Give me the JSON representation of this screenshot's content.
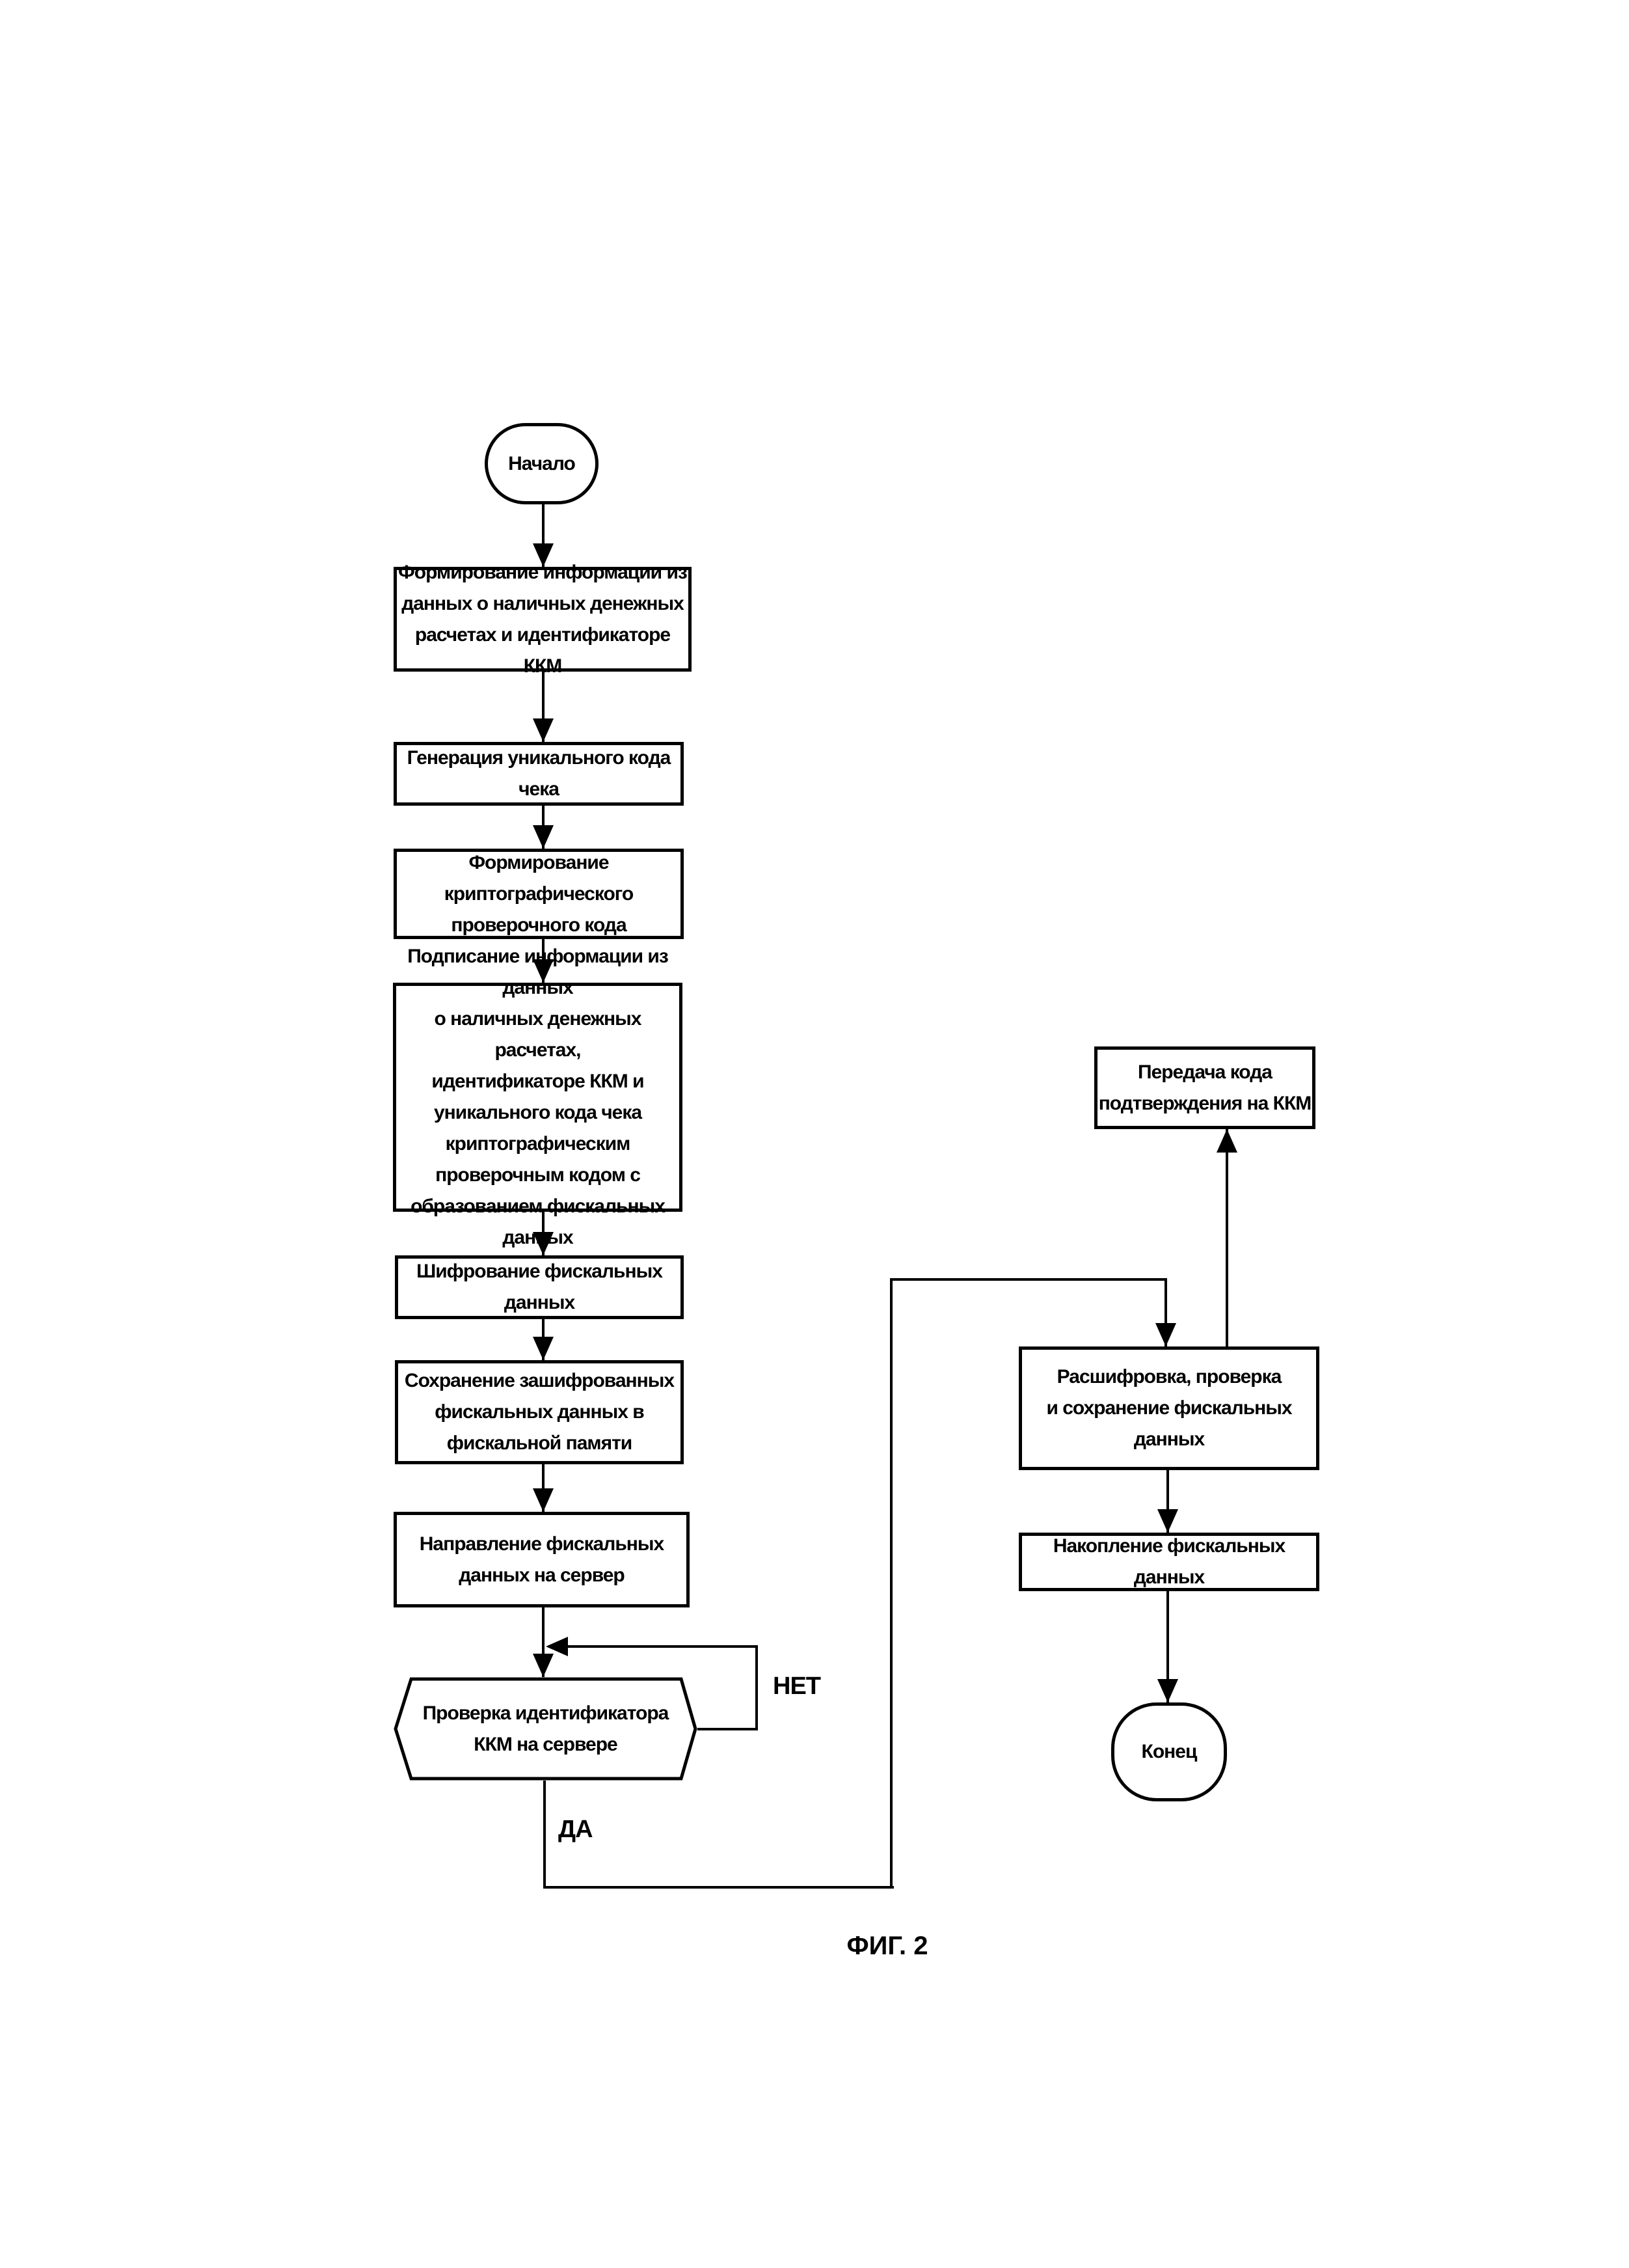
{
  "figure": {
    "caption": "ФИГ. 2"
  },
  "edge_labels": {
    "no": "НЕТ",
    "yes": "ДА"
  },
  "nodes": {
    "start": {
      "label": "Начало"
    },
    "form_info": {
      "label": "Формирование информации из\nданных о наличных денежных\nрасчетах и идентификаторе ККМ"
    },
    "gen_code": {
      "label": "Генерация уникального кода чека"
    },
    "form_crypto": {
      "label": "Формирование криптографического\nпроверочного кода"
    },
    "sign_info": {
      "label": "Подписание информации из данных\nо наличных денежных расчетах,\nидентификаторе ККМ и\nуникального кода чека\nкриптографическим\nпроверочным кодом с\nобразованием фискальных данных"
    },
    "encrypt": {
      "label": "Шифрование фискальных данных"
    },
    "save": {
      "label": "Сохранение зашифрованных\nфискальных данных в\nфискальной памяти"
    },
    "send": {
      "label": "Направление фискальных\nданных на сервер"
    },
    "check": {
      "label": "Проверка идентификатора\nККМ на сервере"
    },
    "confirm": {
      "label": "Передача кода\nподтверждения на ККМ"
    },
    "decrypt": {
      "label": "Расшифровка, проверка\nи сохранение фискальных\nданных"
    },
    "accumulate": {
      "label": "Накопление фискальных данных"
    },
    "end": {
      "label": "Конец"
    }
  },
  "colors": {
    "line": "#000000",
    "background": "#ffffff"
  }
}
